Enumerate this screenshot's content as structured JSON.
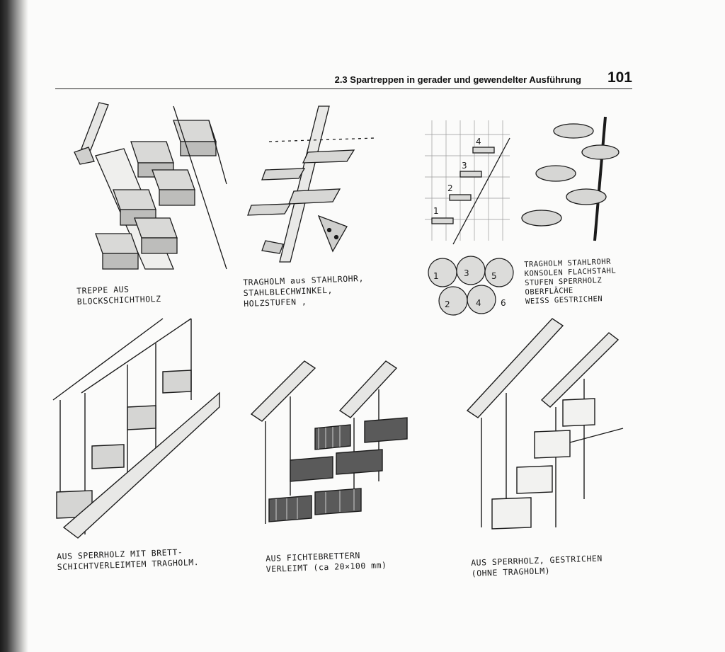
{
  "header": {
    "section_title": "2.3 Spartreppen in gerader und gewendelter Ausführung",
    "page_number": "101"
  },
  "captions": {
    "c1": [
      "TREPPE AUS",
      "BLOCKSCHICHTHOLZ"
    ],
    "c2": [
      "TRAGHOLM aus STAHLROHR,",
      "STAHLBLECHWINKEL,",
      "HOLZSTUFEN ,"
    ],
    "c3": [
      "TRAGHOLM STAHLROHR",
      "KONSOLEN FLACHSTAHL",
      "STUFEN SPERRHOLZ",
      "OBERFLÄCHE",
      "WEISS GESTRICHEN"
    ],
    "c4": [
      "AUS SPERRHOLZ MIT BRETT-",
      "SCHICHTVERLEIMTEM TRAGHOLM."
    ],
    "c5": [
      "AUS FICHTEBRETTERN",
      "VERLEIMT (ca 20×100 mm)"
    ],
    "c6": [
      "AUS SPERRHOLZ, GESTRICHEN",
      "(OHNE TRAGHOLM)"
    ]
  },
  "diagram_labels": {
    "step_numbers": [
      "1",
      "2",
      "3",
      "4"
    ],
    "circle_numbers": [
      "1",
      "2",
      "3",
      "4",
      "5",
      "6"
    ]
  }
}
